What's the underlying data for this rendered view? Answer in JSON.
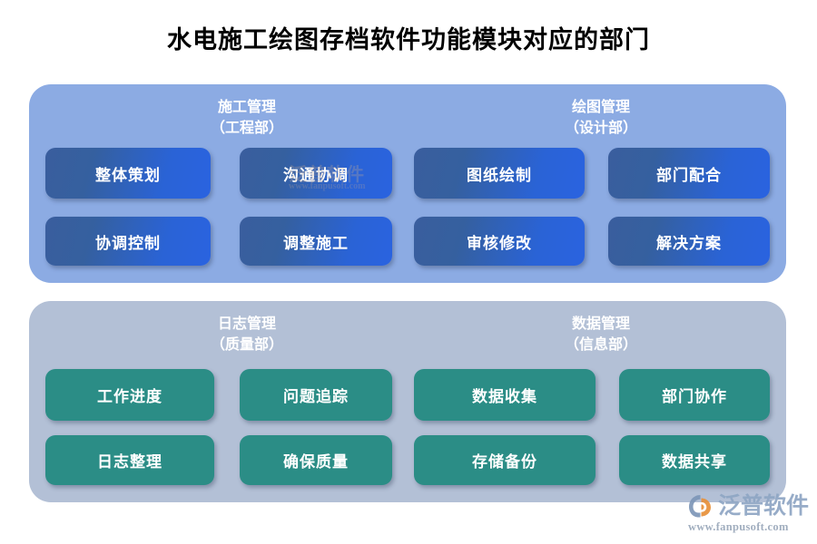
{
  "title": "水电施工绘图存档软件功能模块对应的部门",
  "panels": [
    {
      "id": "construction-drawing",
      "theme": "blue",
      "groups": [
        {
          "name": "施工管理",
          "department": "（工程部）"
        },
        {
          "name": "绘图管理",
          "department": "（设计部）"
        }
      ],
      "rows": [
        [
          "整体策划",
          "沟通协调",
          "图纸绘制",
          "部门配合"
        ],
        [
          "协调控制",
          "调整施工",
          "审核修改",
          "解决方案"
        ]
      ]
    },
    {
      "id": "log-data",
      "theme": "green",
      "groups": [
        {
          "name": "日志管理",
          "department": "（质量部）"
        },
        {
          "name": "数据管理",
          "department": "（信息部）"
        }
      ],
      "rows": [
        [
          "工作进度",
          "问题追踪",
          "数据收集",
          "部门协作"
        ],
        [
          "日志整理",
          "确保质量",
          "存储备份",
          "数据共享"
        ]
      ]
    }
  ],
  "logo": {
    "name": "泛普软件",
    "url": "www.fanpusoft.com"
  },
  "watermark": {
    "name": "泛普软件",
    "url": "www.fanpusoft.com"
  },
  "colors": {
    "panel_top_bg": "#8cabe3",
    "panel_bottom_bg": "#b3c0d6",
    "box_blue": "#2a63d6",
    "box_blue_dark": "#3a5e9e",
    "box_green": "#2b8d86",
    "title_text": "#000000",
    "box_text": "#ffffff",
    "logo_text": "#8fa6c4"
  }
}
